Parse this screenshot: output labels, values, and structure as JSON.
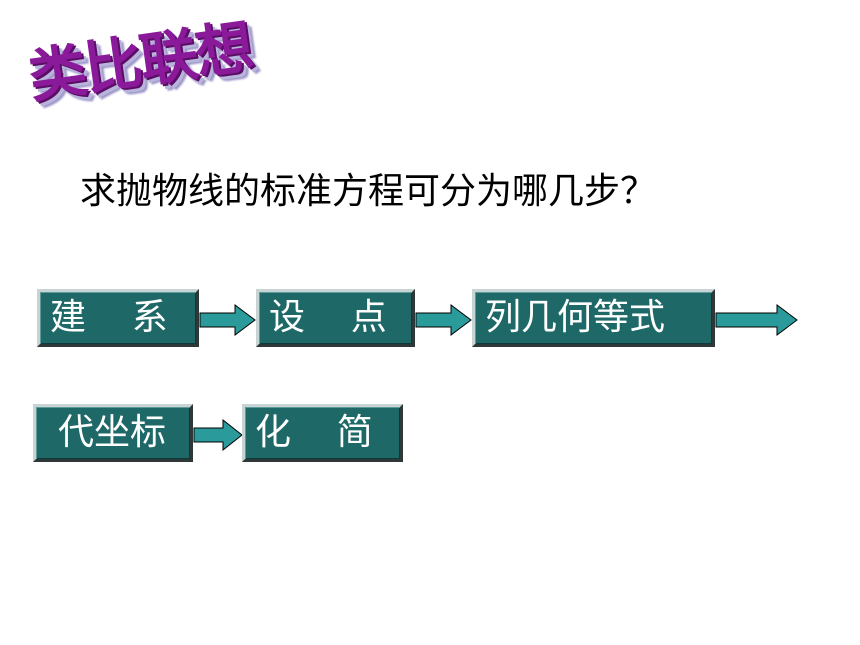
{
  "title": "类比联想",
  "question": "求抛物线的标准方程可分为哪几步？",
  "steps": [
    {
      "label": "建    系"
    },
    {
      "label": "设    点"
    },
    {
      "label": "列几何等式"
    },
    {
      "label": "代坐标"
    },
    {
      "label": "化    简"
    }
  ],
  "colors": {
    "box": "#1e6868",
    "arrow": "#2a9a9a",
    "title": "#8a1a9a"
  }
}
